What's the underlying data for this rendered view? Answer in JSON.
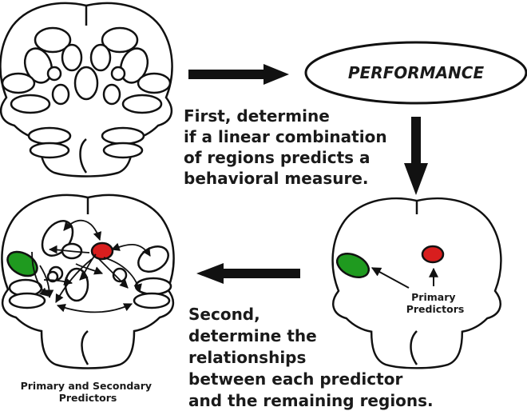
{
  "performance_label": "PERFORMANCE",
  "step1_lines": [
    "First, determine",
    "if a linear combination",
    "of regions predicts a",
    "behavioral measure."
  ],
  "step2_lines": [
    "Second,",
    "determine the",
    "relationships",
    "between each predictor",
    "and the remaining regions."
  ],
  "primary_predictors_lines": [
    "Primary",
    "Predictors"
  ],
  "primary_secondary_lines": [
    "Primary and Secondary",
    "Predictors"
  ],
  "colors": {
    "primary_region_green": "#1f9a1f",
    "primary_region_red": "#d81e1e",
    "outline": "#111111"
  }
}
